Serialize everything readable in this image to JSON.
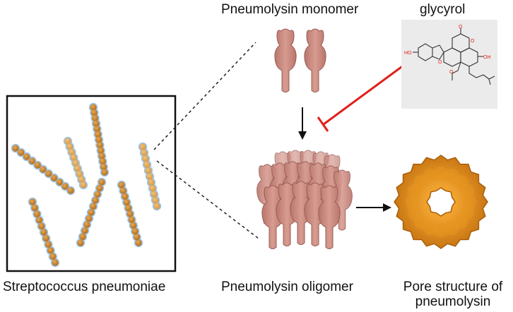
{
  "labels": {
    "bacteria": "Streptococcus pneumoniae",
    "monomer": "Pneumolysin monomer",
    "compound": "glycyrol",
    "oligomer": "Pneumolysin oligomer",
    "pore": "Pore structure of pneumolysin"
  },
  "molecule_atoms": {
    "o_top": "O",
    "o_left": "HO",
    "o_right": "OH",
    "o_ring1": "O",
    "o_ring2": "O",
    "o_methoxy": "O"
  },
  "colors": {
    "bacteria_fill": "#c8802a",
    "bacteria_halo": "#9cc6e8",
    "protein_fill": "#c98a80",
    "protein_stroke": "#9a5c54",
    "pore_fill": "#d98a1e",
    "inhibit_line": "#e0201a",
    "molecule_bg": "#ebebeb"
  },
  "icons": [
    "bacteria-chain-icon",
    "pneumolysin-monomer-icon",
    "pneumolysin-oligomer-icon",
    "pore-ring-icon",
    "glycyrol-structure-icon"
  ]
}
